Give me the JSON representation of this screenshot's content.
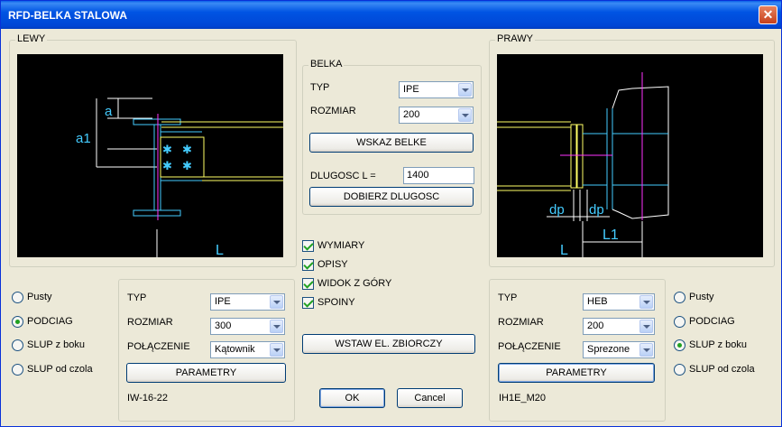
{
  "window": {
    "title": "RFD-BELKA STALOWA",
    "close_glyph": "✕"
  },
  "left_group": {
    "label": "LEWY",
    "dims": {
      "a1": "a1",
      "a": "a",
      "L": "L"
    }
  },
  "right_group": {
    "label": "PRAWY",
    "dims": {
      "dp1": "dp",
      "dp2": "dp",
      "L1": "L1",
      "L": "L"
    }
  },
  "belka": {
    "label": "BELKA",
    "typ_label": "TYP",
    "typ_value": "IPE",
    "rozmiar_label": "ROZMIAR",
    "rozmiar_value": "200",
    "wskaz_button": "WSKAZ BELKE",
    "dlugosc_label": "DLUGOSC L =",
    "dlugosc_value": "1400",
    "dobierz_button": "DOBIERZ DLUGOSC"
  },
  "options": [
    {
      "label": "WYMIARY",
      "checked": true
    },
    {
      "label": "OPISY",
      "checked": true
    },
    {
      "label": "WIDOK Z GÓRY",
      "checked": true
    },
    {
      "label": "SPOINY",
      "checked": true
    }
  ],
  "left_radios": [
    {
      "label": "Pusty",
      "selected": false
    },
    {
      "label": "PODCIAG",
      "selected": true
    },
    {
      "label": "SLUP z boku",
      "selected": false
    },
    {
      "label": "SLUP od czola",
      "selected": false
    }
  ],
  "right_radios": [
    {
      "label": "Pusty",
      "selected": false
    },
    {
      "label": "PODCIAG",
      "selected": false
    },
    {
      "label": "SLUP z boku",
      "selected": true
    },
    {
      "label": "SLUP od czola",
      "selected": false
    }
  ],
  "left_conn": {
    "typ_label": "TYP",
    "typ_value": "IPE",
    "rozmiar_label": "ROZMIAR",
    "rozmiar_value": "300",
    "polaczenie_label": "POŁĄCZENIE",
    "polaczenie_value": "Kątownik",
    "parametry_button": "PARAMETRY",
    "code": "IW-16-22"
  },
  "right_conn": {
    "typ_label": "TYP",
    "typ_value": "HEB",
    "rozmiar_label": "ROZMIAR",
    "rozmiar_value": "200",
    "polaczenie_label": "POŁĄCZENIE",
    "polaczenie_value": "Sprezone",
    "parametry_button": "PARAMETRY",
    "code": "IH1E_M20"
  },
  "actions": {
    "wstaw": "WSTAW EL. ZBIORCZY",
    "ok": "OK",
    "cancel": "Cancel"
  },
  "colors": {
    "title_bar": "#0054e3",
    "dialog_bg": "#ece9d8",
    "canvas_bg": "#000000",
    "cad_yellow": "#ffff66",
    "cad_cyan": "#44ccff",
    "cad_magenta": "#ff33ff",
    "check_green": "#21a121"
  }
}
